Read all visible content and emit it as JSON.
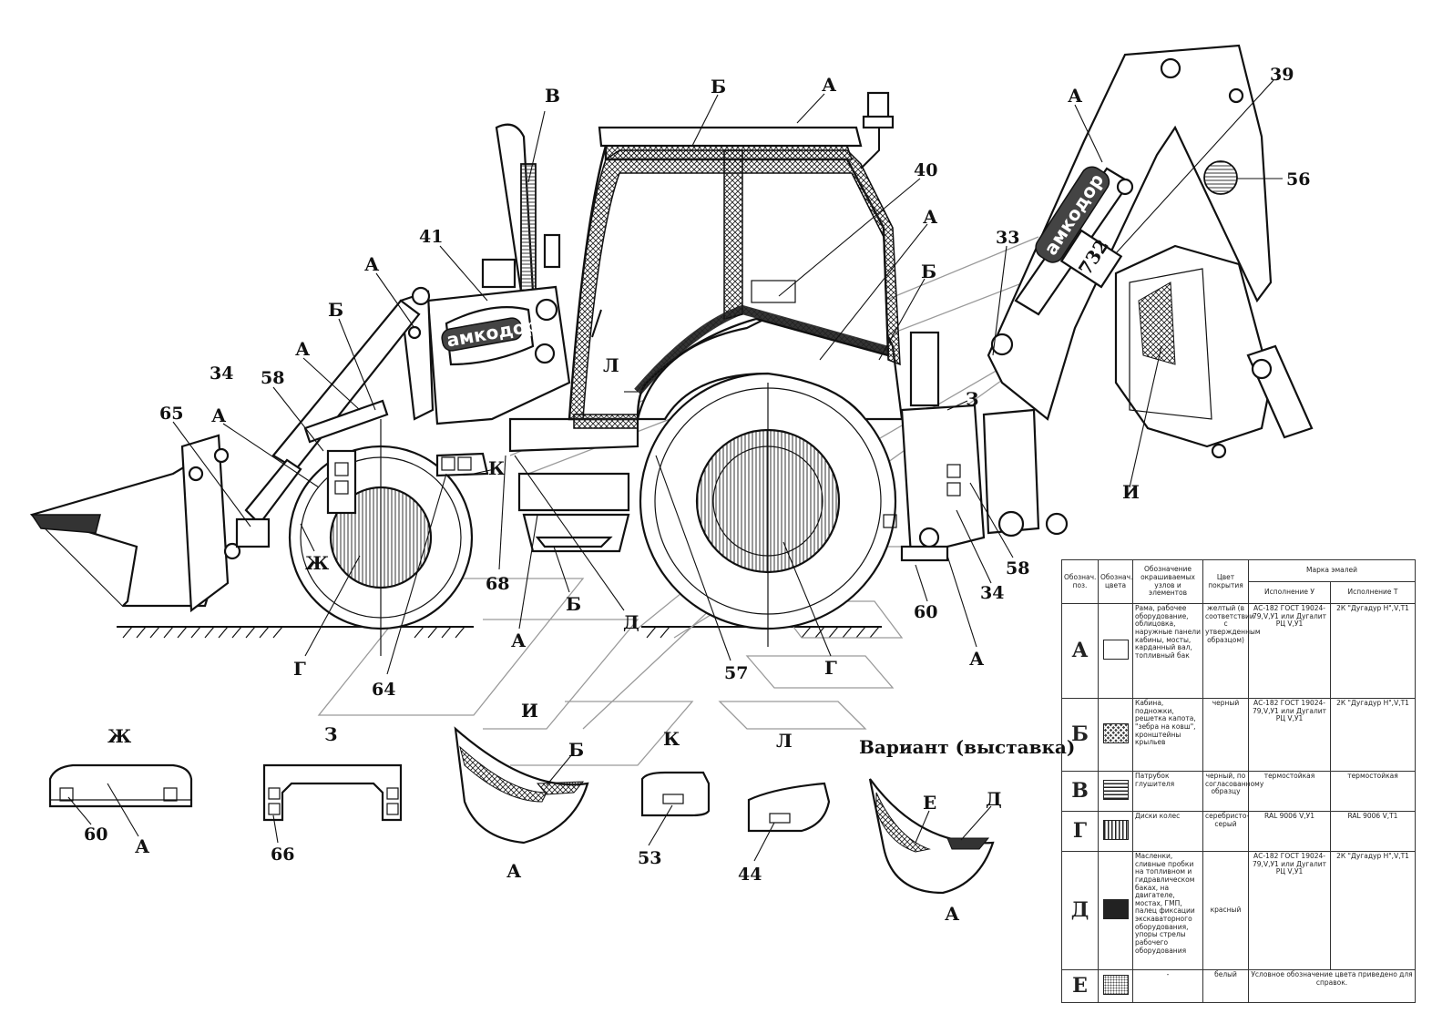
{
  "labels": {
    "a": "А",
    "b": "Б",
    "v": "В",
    "g": "Г",
    "d": "Д",
    "e": "Е",
    "zh": "Ж",
    "z": "З",
    "i": "И",
    "k": "К",
    "l": "Л"
  },
  "numbers": {
    "n33": "33",
    "n34": "34",
    "n39": "39",
    "n40": "40",
    "n41": "41",
    "n44": "44",
    "n53": "53",
    "n56": "56",
    "n57": "57",
    "n58": "58",
    "n60": "60",
    "n64": "64",
    "n65": "65",
    "n66": "66",
    "n68": "68"
  },
  "brand": {
    "name": "амкодор",
    "model": "732"
  },
  "variant_title": "Вариант (выставка)",
  "legend": {
    "headers": {
      "pos": "Обознач. поз.",
      "color_mark": "Обознач. цвета",
      "parts": "Обозначение окрашиваемых узлов и элементов",
      "coating": "Цвет покрытия",
      "enamel": "Марка эмалей",
      "exec_u": "Исполнение У",
      "exec_t": "Исполнение Т"
    },
    "rows": [
      {
        "code": "А",
        "swatch": "white",
        "parts": "Рама, рабочее оборудование, облицовка, наружные панели кабины, мосты, карданный вал, топливный бак",
        "coating": "желтый (в соответствии с утвержденным образцом)",
        "exec_u": "АС-182 ГОСТ 19024-79,V,У1 или Дугалит РЦ V,У1",
        "exec_t": "2К \"Дугадур Н\",V,Т1"
      },
      {
        "code": "Б",
        "swatch": "black",
        "parts": "Кабина, подножки, решетка капота, \"зебра на ковш\", кронштейны крыльев",
        "coating": "черный",
        "exec_u": "АС-182 ГОСТ 19024-79,V,У1 или Дугалит РЦ V,У1",
        "exec_t": "2К \"Дугадур Н\",V,Т1"
      },
      {
        "code": "В",
        "swatch": "hstripe",
        "parts": "Патрубок глушителя",
        "coating": "черный, по согласованному образцу",
        "exec_u": "термостойкая",
        "exec_t": "термостойкая"
      },
      {
        "code": "Г",
        "swatch": "vstripe",
        "parts": "Диски колес",
        "coating": "серебристо-серый",
        "exec_u": "RAL 9006 V,У1",
        "exec_t": "RAL 9006 V,Т1"
      },
      {
        "code": "Д",
        "swatch": "solid",
        "parts": "Масленки, сливные пробки на топливном и гидравлическом баках, на двигателе, мостах, ГМП, палец фиксации экскаваторного оборудования, упоры стрелы рабочего оборудования",
        "coating": "красный",
        "exec_u": "АС-182 ГОСТ 19024-79,V,У1 или Дугалит РЦ V,У1",
        "exec_t": "2К \"Дугадур Н\",V,Т1"
      },
      {
        "code": "Е",
        "swatch": "dots",
        "parts": "-",
        "coating": "белый",
        "note": "Условное обозначение цвета приведено для справок."
      }
    ]
  }
}
